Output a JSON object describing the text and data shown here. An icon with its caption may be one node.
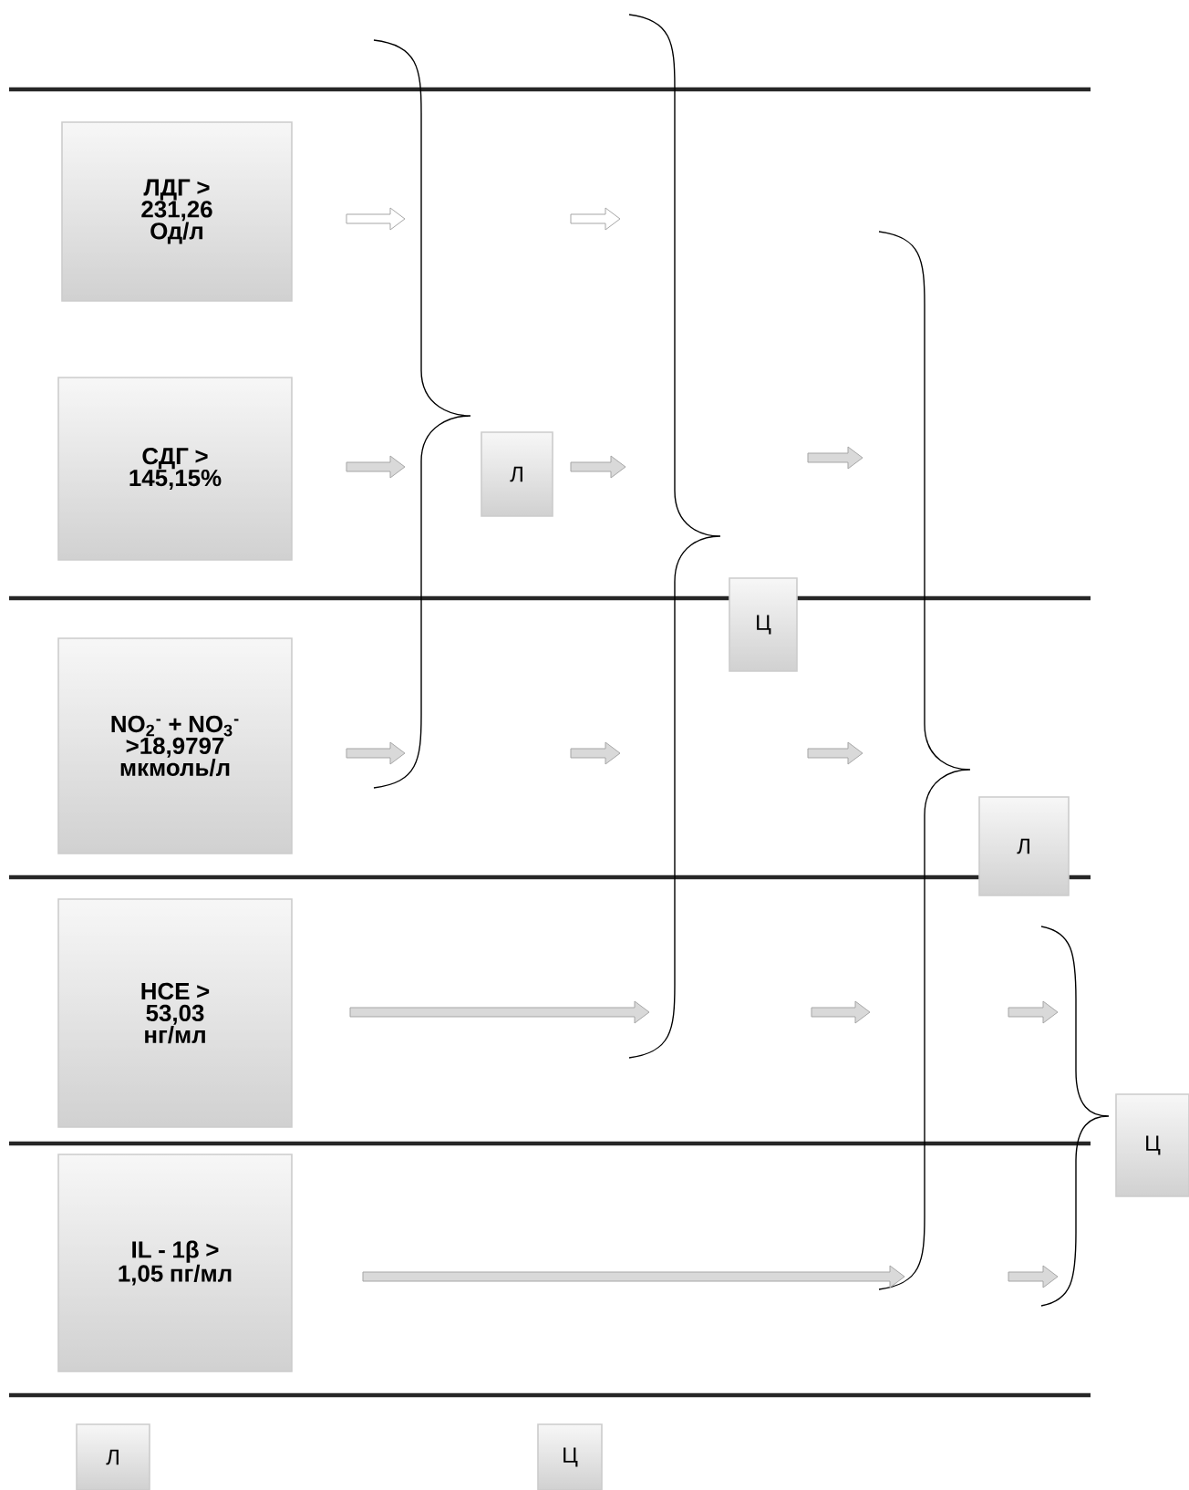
{
  "diagram": {
    "nodes": [
      {
        "text": [
          "ЛДГ > 231,26 Од/л"
        ]
      },
      {
        "text": [
          "СДГ > 145,15%"
        ]
      },
      {
        "text": [
          "NO$_{2}$$^{-}$ + NO$_{3}$$^{-}$ >18,9797 мкмоль/л"
        ]
      },
      {
        "text": [
          "НСЕ > 53,03 нг/мл"
        ]
      },
      {
        "text": [
          "IL - 1β > 1,05 пг/мл"
        ]
      },
      {
        "text": [
          "Л"
        ]
      },
      {
        "text": [
          "Ц"
        ]
      },
      {
        "text": [
          "Л"
        ]
      },
      {
        "text": [
          "Ц"
        ]
      },
      {
        "text": [
          "Л"
        ]
      },
      {
        "text": [
          "Ц"
        ]
      }
    ]
  }
}
